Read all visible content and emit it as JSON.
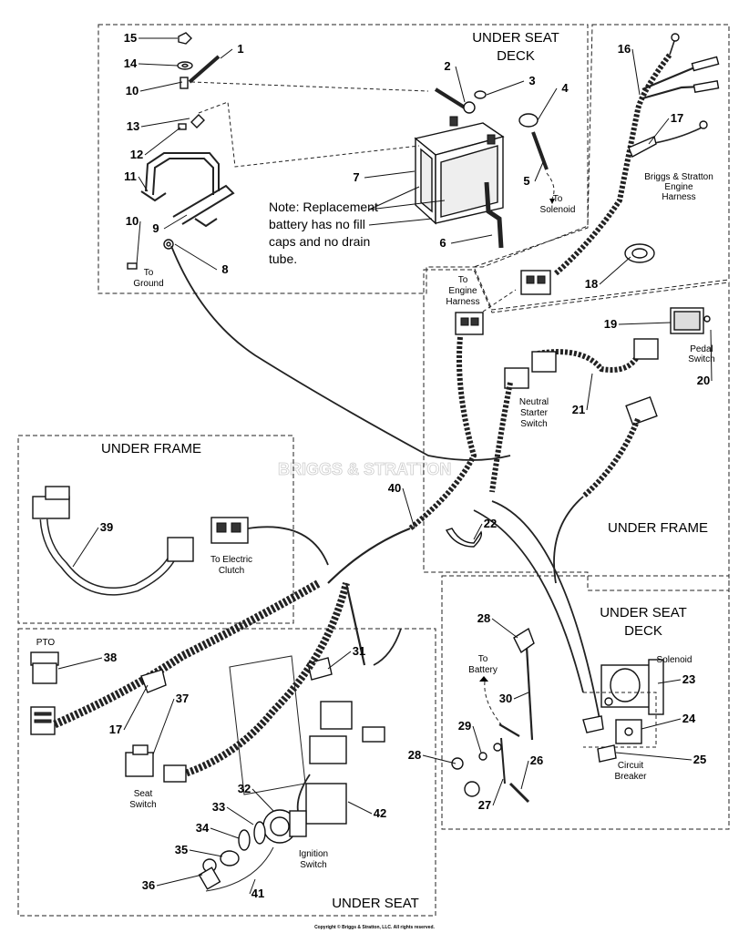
{
  "regions": {
    "under_seat_deck_top": [
      "UNDER SEAT",
      "DECK"
    ],
    "under_frame_left": "UNDER FRAME",
    "under_frame_right": "UNDER FRAME",
    "under_seat_deck_right": [
      "UNDER SEAT",
      "DECK"
    ],
    "under_seat": "UNDER SEAT"
  },
  "note": [
    "Note: Replacement",
    "battery has no fill",
    "caps and no drain",
    "tube."
  ],
  "labels": {
    "to_solenoid": [
      "To",
      "Solenoid"
    ],
    "to_ground": [
      "To",
      "Ground"
    ],
    "engine_harness": [
      "Briggs & Stratton",
      "Engine",
      "Harness"
    ],
    "to_engine_harness": [
      "To",
      "Engine",
      "Harness"
    ],
    "pedal_switch": [
      "Pedal",
      "Switch"
    ],
    "neutral_starter_switch": [
      "Neutral",
      "Starter",
      "Switch"
    ],
    "to_electric_clutch": [
      "To Electric",
      "Clutch"
    ],
    "pto": "PTO",
    "seat_switch": [
      "Seat",
      "Switch"
    ],
    "ignition_switch": [
      "Ignition",
      "Switch"
    ],
    "to_battery": [
      "To",
      "Battery"
    ],
    "solenoid": "Solenoid",
    "circuit_breaker": [
      "Circuit",
      "Breaker"
    ]
  },
  "watermark": "BRIGGS & STRATTON",
  "copyright": "Copyright © Briggs & Stratton, LLC. All rights reserved.",
  "callouts": [
    "1",
    "2",
    "3",
    "4",
    "5",
    "6",
    "7",
    "8",
    "9",
    "10",
    "10",
    "11",
    "12",
    "13",
    "14",
    "15",
    "16",
    "17",
    "17",
    "18",
    "19",
    "20",
    "21",
    "22",
    "23",
    "24",
    "25",
    "26",
    "27",
    "28",
    "28",
    "29",
    "30",
    "31",
    "32",
    "33",
    "34",
    "35",
    "36",
    "37",
    "38",
    "39",
    "40",
    "41",
    "42"
  ]
}
